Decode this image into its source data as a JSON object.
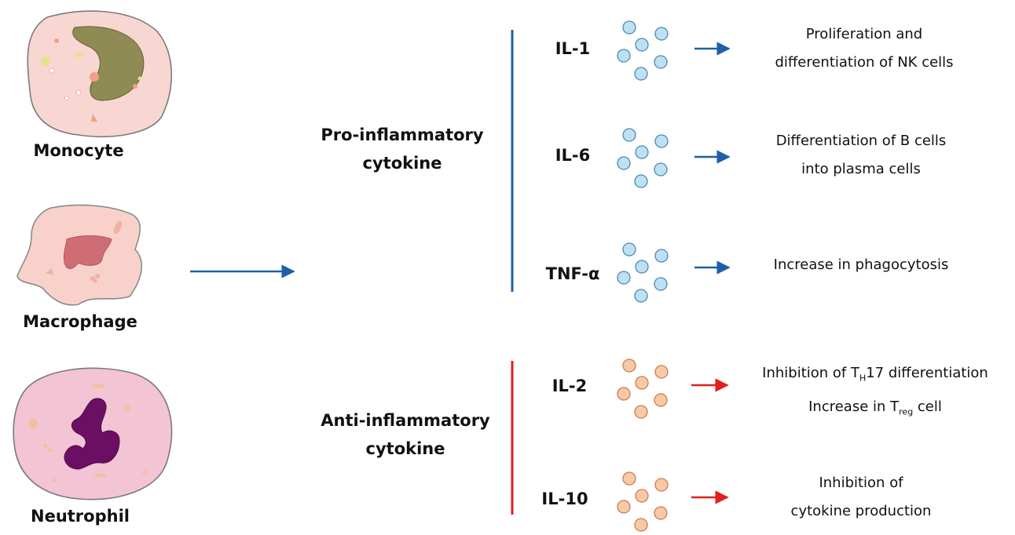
{
  "cells": {
    "monocyte": "Monocyte",
    "macrophage": "Macrophage",
    "neutrophil": "Neutrophil"
  },
  "groups": {
    "pro": [
      "Pro-inflammatory",
      "cytokine"
    ],
    "anti": [
      "Anti-inflammatory",
      "cytokine"
    ]
  },
  "cytokines": [
    {
      "name": "IL-1",
      "effect": [
        "Proliferation and",
        "differentiation of NK cells"
      ]
    },
    {
      "name": "IL-6",
      "effect": [
        "Differentiation of B cells",
        "into plasma cells"
      ]
    },
    {
      "name": "TNF-α",
      "effect": [
        "Increase in phagocytosis"
      ]
    },
    {
      "name": "IL-2",
      "effect": {
        "l1_pre": "Inhibition of T",
        "l1_sub": "H",
        "l1_post": "17 differentiation",
        "l2_pre": "Increase in T",
        "l2_sub": "reg",
        "l2_post": " cell"
      }
    },
    {
      "name": "IL-10",
      "effect": [
        "Inhibition of",
        "cytokine production"
      ]
    }
  ],
  "colors": {
    "pro_line": "#1f5fa8",
    "anti_line": "#e0201f",
    "pro_dot_fill": "#bfe0f0",
    "pro_dot_stroke": "#4a8ab8",
    "anti_dot_fill": "#f7c9a6",
    "anti_dot_stroke": "#c97d4f"
  }
}
